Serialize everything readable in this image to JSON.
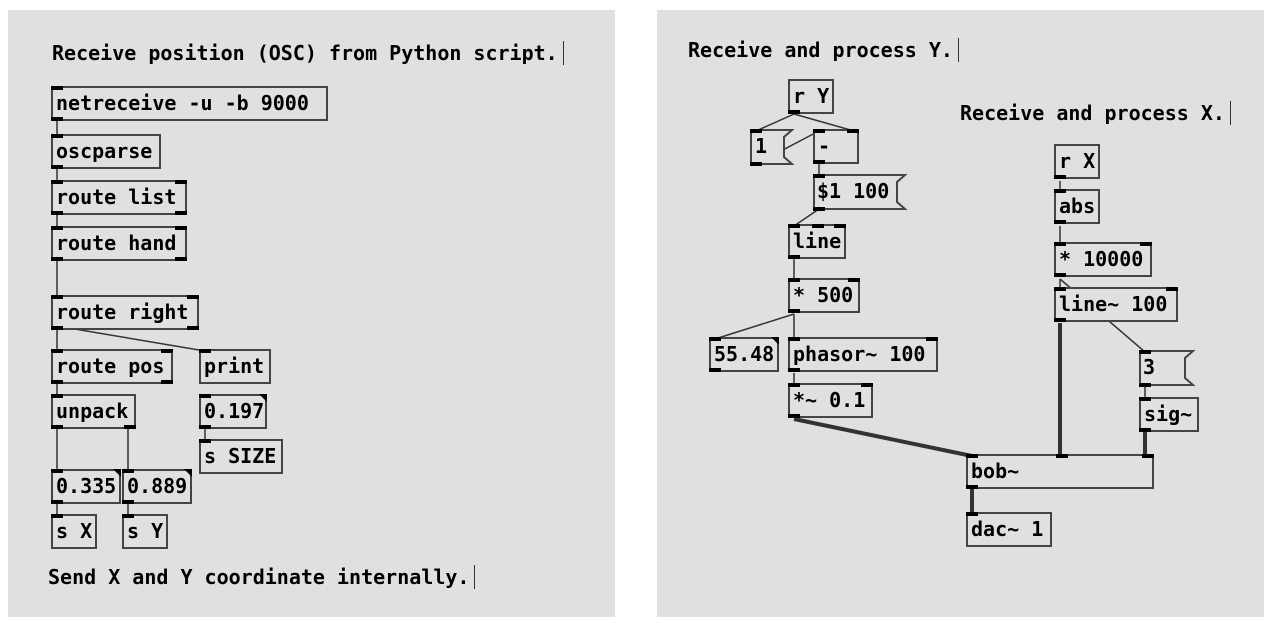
{
  "left_panel": {
    "comment_title": "Receive position (OSC) from Python script.",
    "netreceive": "netreceive -u -b 9000",
    "oscparse": "oscparse",
    "route_list": "route list",
    "route_hand": "route hand",
    "route_right": "route right",
    "route_pos": "route pos",
    "print": "print",
    "unpack": "unpack",
    "number_size": "0.197",
    "send_size": "s SIZE",
    "number_x": "0.335",
    "number_y": "0.889",
    "send_x": "s X",
    "send_y": "s Y",
    "comment_footer": "Send X and Y coordinate internally."
  },
  "right_panel": {
    "comment_y": "Receive and process Y.",
    "comment_x": "Receive and process X.",
    "receive_y": "r Y",
    "msg_one": "1",
    "minus": "-",
    "msg_ramp": "$1 100",
    "line": "line",
    "mul_500": "* 500",
    "number_freq": "55.48",
    "phasor": "phasor~ 100",
    "mul_sig": "*~ 0.1",
    "receive_x": "r X",
    "abs": "abs",
    "mul_10000": "* 10000",
    "line_sig": "line~ 100",
    "msg_three": "3",
    "sig": "sig~",
    "bob": "bob~",
    "dac": "dac~ 1"
  }
}
